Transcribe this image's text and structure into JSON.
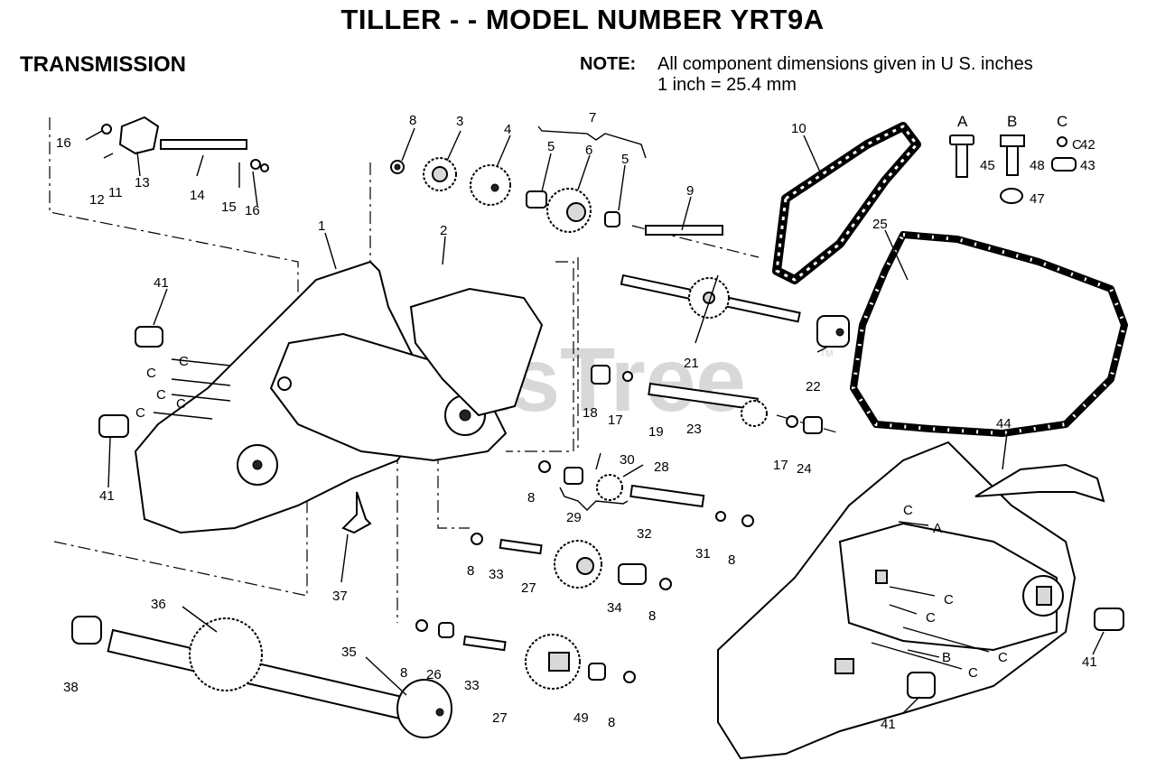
{
  "header": {
    "title": "TILLER - - MODEL NUMBER YRT9A",
    "section": "TRANSMISSION",
    "note_label": "NOTE:",
    "note_line1": "All component dimensions given in U S. inches",
    "note_line2": "1 inch = 25.4 mm"
  },
  "watermark": {
    "text": "PartsTree",
    "mark": "TM"
  },
  "hardware_legend": {
    "col_a": "A",
    "col_b": "B",
    "col_c": "C",
    "a_bolt": "45",
    "b_bolt": "48",
    "b_washer": "47",
    "c_ring": "42",
    "c_nut": "43"
  },
  "callouts": {
    "p1": "1",
    "p2": "2",
    "p3": "3",
    "p4": "4",
    "p5a": "5",
    "p5b": "5",
    "p6": "6",
    "p7": "7",
    "p8_top": "8",
    "p8_28": "8",
    "p8_33": "8",
    "p8_34": "8",
    "p8_31": "8",
    "p8_26": "8",
    "p8_49": "8",
    "p9": "9",
    "p10": "10",
    "p11": "11",
    "p12": "12",
    "p13": "13",
    "p14": "14",
    "p15": "15",
    "p16a": "16",
    "p16b": "16",
    "p17a": "17",
    "p17b": "17",
    "p18": "18",
    "p19": "19",
    "p21": "21",
    "p22": "22",
    "p23": "23",
    "p24": "24",
    "p25": "25",
    "p26": "26",
    "p27a": "27",
    "p27b": "27",
    "p28": "28",
    "p29": "29",
    "p30": "30",
    "p31": "31",
    "p32": "32",
    "p33a": "33",
    "p33b": "33",
    "p34": "34",
    "p35": "35",
    "p36": "36",
    "p37": "37",
    "p38": "38",
    "p41a": "41",
    "p41b": "41",
    "p41c": "41",
    "p41d": "41",
    "p44": "44",
    "p49": "49"
  },
  "fastener_tags": {
    "c1": "C",
    "c2": "C",
    "c3": "C",
    "c4": "C",
    "c5": "C",
    "c6": "C",
    "c7": "C",
    "c8": "C",
    "c9": "C",
    "c10": "C",
    "c11": "C",
    "a1": "A",
    "b1": "B"
  }
}
